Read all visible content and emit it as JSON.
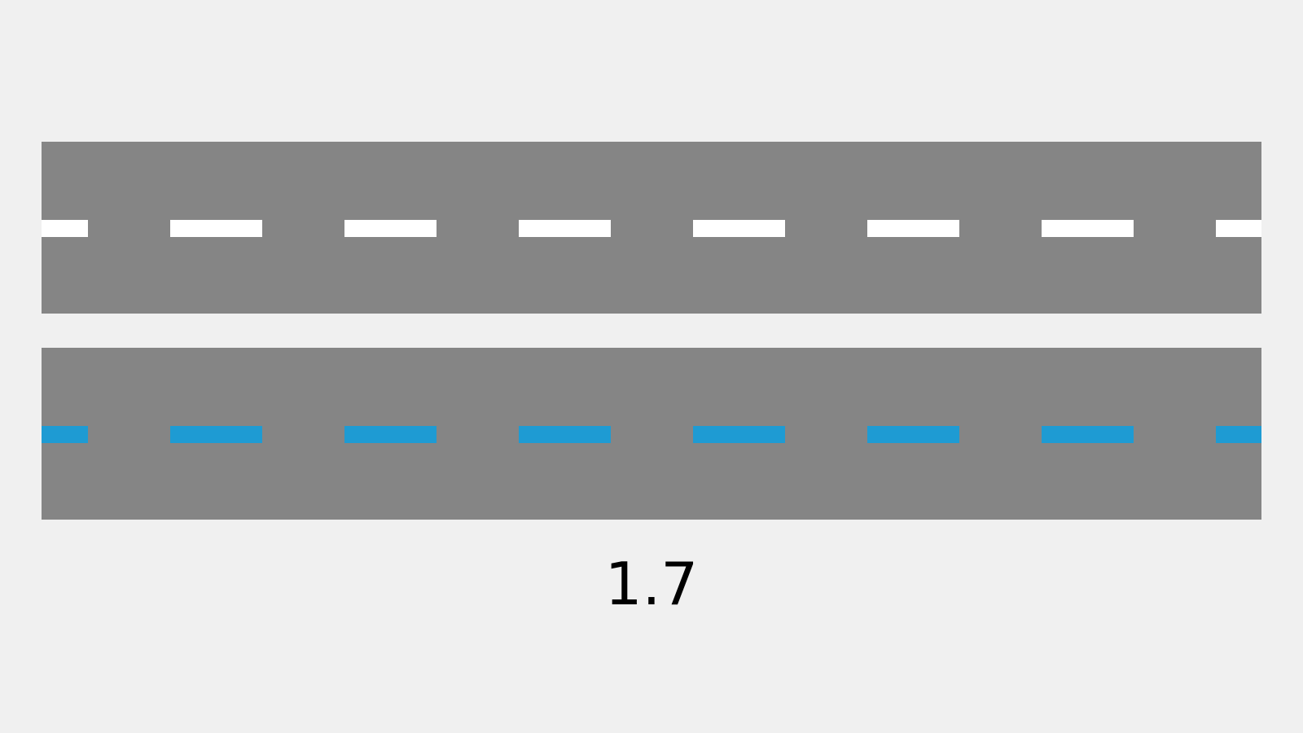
{
  "value_label": "1.7",
  "roads": [
    {
      "name": "top",
      "surface_color": "#858585",
      "dash_color": "#ffffff"
    },
    {
      "name": "bottom",
      "surface_color": "#858585",
      "dash_color": "#1e9bd3"
    }
  ],
  "colors": {
    "background": "#f0f0f0"
  }
}
